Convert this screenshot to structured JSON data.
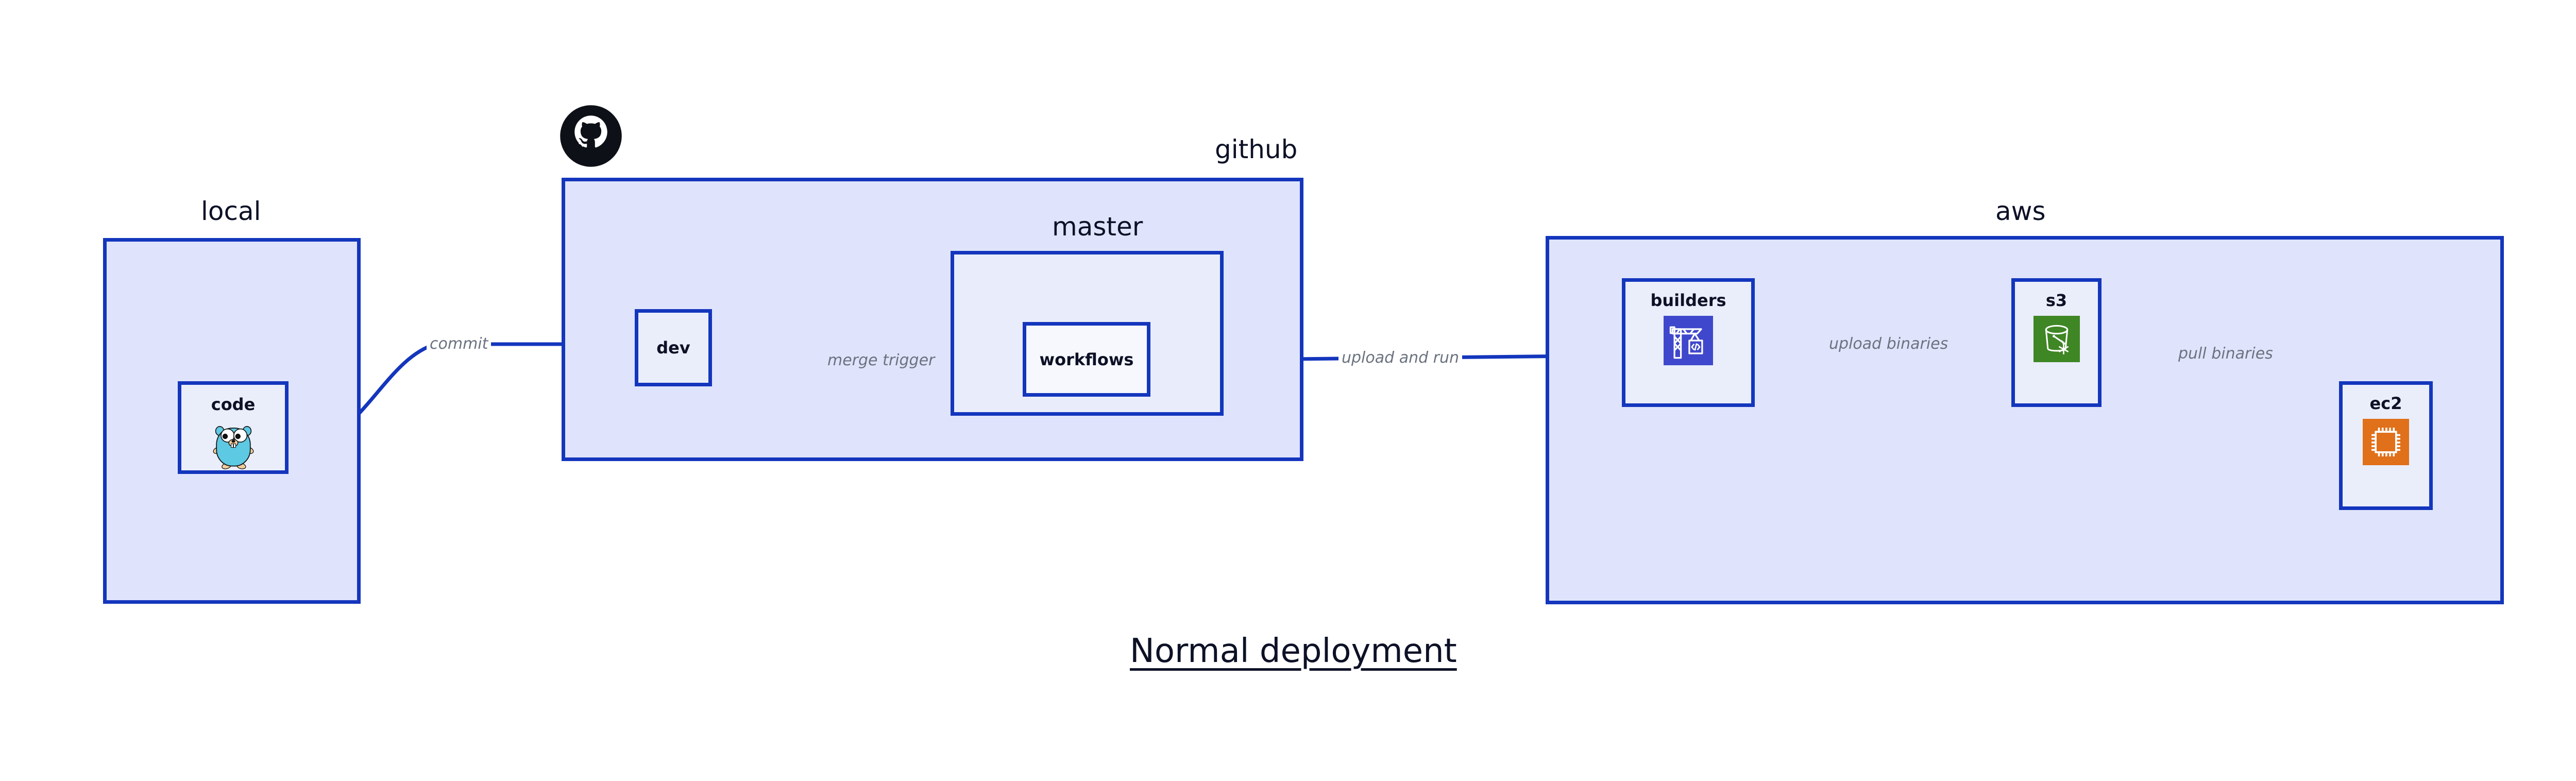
{
  "diagram": {
    "title": "Normal deployment",
    "background_color": "#ffffff",
    "accent_color": "#1436bd",
    "group_fill": "#dfe4fc",
    "nested_fill": "#e9edfb",
    "node_fill": "#eaeefb",
    "label_color": "#0d1126",
    "edge_label_color": "#6b7280"
  },
  "groups": [
    {
      "id": "local",
      "label": "local"
    },
    {
      "id": "github",
      "label": "github"
    },
    {
      "id": "master",
      "label": "master"
    },
    {
      "id": "aws",
      "label": "aws"
    }
  ],
  "nodes": [
    {
      "id": "code",
      "label": "code",
      "icon": "go-gopher-icon",
      "icon_color": "#5dc9e2"
    },
    {
      "id": "dev",
      "label": "dev",
      "icon": null,
      "icon_color": null
    },
    {
      "id": "workflows",
      "label": "workflows",
      "icon": null,
      "icon_color": null
    },
    {
      "id": "builders",
      "label": "builders",
      "icon": "aws-codebuild-icon",
      "icon_color": "#3f48cc"
    },
    {
      "id": "s3",
      "label": "s3",
      "icon": "aws-s3-glacier-icon",
      "icon_color": "#3f8624"
    },
    {
      "id": "ec2",
      "label": "ec2",
      "icon": "aws-ec2-icon",
      "icon_color": "#e0701a"
    }
  ],
  "edges": [
    {
      "id": "code-to-dev",
      "from": "code",
      "to": "dev",
      "label": "commit"
    },
    {
      "id": "dev-to-workflows",
      "from": "dev",
      "to": "workflows",
      "label": "merge trigger"
    },
    {
      "id": "workflows-to-builders",
      "from": "workflows",
      "to": "builders",
      "label": "upload and run"
    },
    {
      "id": "builders-to-s3",
      "from": "builders",
      "to": "s3",
      "label": "upload binaries"
    },
    {
      "id": "s3-to-ec2",
      "from": "s3",
      "to": "ec2",
      "label": "pull binaries"
    }
  ],
  "logos": [
    {
      "id": "github-logo",
      "name": "github-octocat-icon",
      "color": "#0d1117"
    }
  ]
}
